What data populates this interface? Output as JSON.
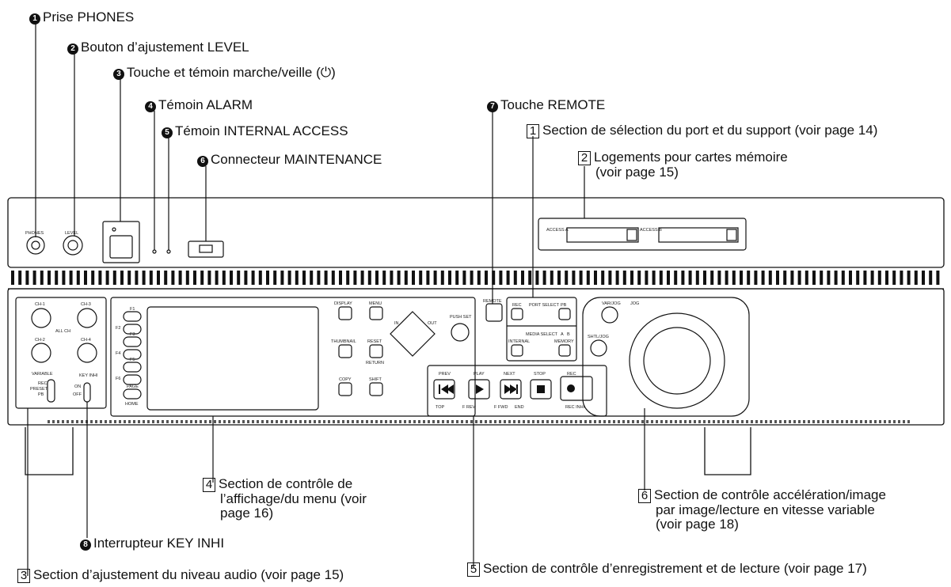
{
  "callouts": {
    "c1": {
      "num": "1",
      "text": "Prise PHONES"
    },
    "c2": {
      "num": "2",
      "text": "Bouton d’ajustement LEVEL"
    },
    "c3": {
      "num": "3",
      "text": "Touche et témoin marche/veille (⏻)"
    },
    "c4": {
      "num": "4",
      "text": "Témoin ALARM"
    },
    "c5": {
      "num": "5",
      "text": "Témoin INTERNAL ACCESS"
    },
    "c6": {
      "num": "6",
      "text": "Connecteur MAINTENANCE"
    },
    "c7": {
      "num": "7",
      "text": "Touche REMOTE"
    },
    "c8": {
      "num": "8",
      "text": "Interrupteur KEY INHI"
    }
  },
  "sections": {
    "s1": {
      "num": "1",
      "text": "Section de sélection du port et du support (voir page 14)"
    },
    "s2": {
      "num": "2",
      "line1": "Logements pour cartes mémoire",
      "line2": "(voir page 15)"
    },
    "s3": {
      "num": "3",
      "text": "Section d’ajustement du niveau audio (voir page 15)"
    },
    "s4": {
      "num": "4",
      "line1": "Section de contrôle de",
      "line2": "l’affichage/du menu (voir",
      "line3": "page 16)"
    },
    "s5": {
      "num": "5",
      "text": "Section de contrôle d’enregistrement et de lecture (voir page 17)"
    },
    "s6": {
      "num": "6",
      "line1": "Section de contrôle accélération/image",
      "line2": "par image/lecture en vitesse variable",
      "line3": "(voir page 18)"
    }
  },
  "panel": {
    "top": {
      "phones": "PHONES",
      "level": "LEVEL",
      "slot_a": "ACCESS A",
      "slot_b": "ACCESS B"
    },
    "audio": {
      "ch1": "CH-1",
      "ch2": "CH-2",
      "ch3": "CH-3",
      "ch4": "CH-4",
      "all_ch": "ALL CH",
      "variable": "VARIABLE",
      "rec": "REC",
      "preset": "PRESET",
      "pb": "PB",
      "key_inhi": "KEY INHI",
      "on": "ON",
      "off": "OFF"
    },
    "menu": {
      "f1": "F1",
      "f2": "F2",
      "f3": "F3",
      "f4": "F4",
      "f5": "F5",
      "f6": "F6",
      "page": "PAGE",
      "home": "HOME",
      "display": "DISPLAY",
      "menu": "MENU",
      "thumbnail": "THUMBNAIL",
      "reset": "RESET",
      "return": "RETURN",
      "copy": "COPY",
      "shift": "SHIFT",
      "in": "IN",
      "out": "OUT",
      "push_set": "PUSH SET"
    },
    "port": {
      "remote": "REMOTE",
      "rec": "REC",
      "port_select": "PORT SELECT",
      "pb": "PB",
      "media_select": "MEDIA SELECT",
      "a": "A",
      "b": "B",
      "internal": "INTERNAL",
      "memory": "MEMORY"
    },
    "transport": {
      "prev": "PREV",
      "play": "PLAY",
      "next": "NEXT",
      "stop": "STOP",
      "rec": "REC",
      "top": "TOP",
      "f_rev": "F REV",
      "f_fwd": "F FWD",
      "end": "END",
      "rec_inhi": "REC INHI"
    },
    "jog": {
      "var_jog": "VAR/JOG",
      "jog": "JOG",
      "shtl_jog": "SHTL/JOG"
    }
  }
}
